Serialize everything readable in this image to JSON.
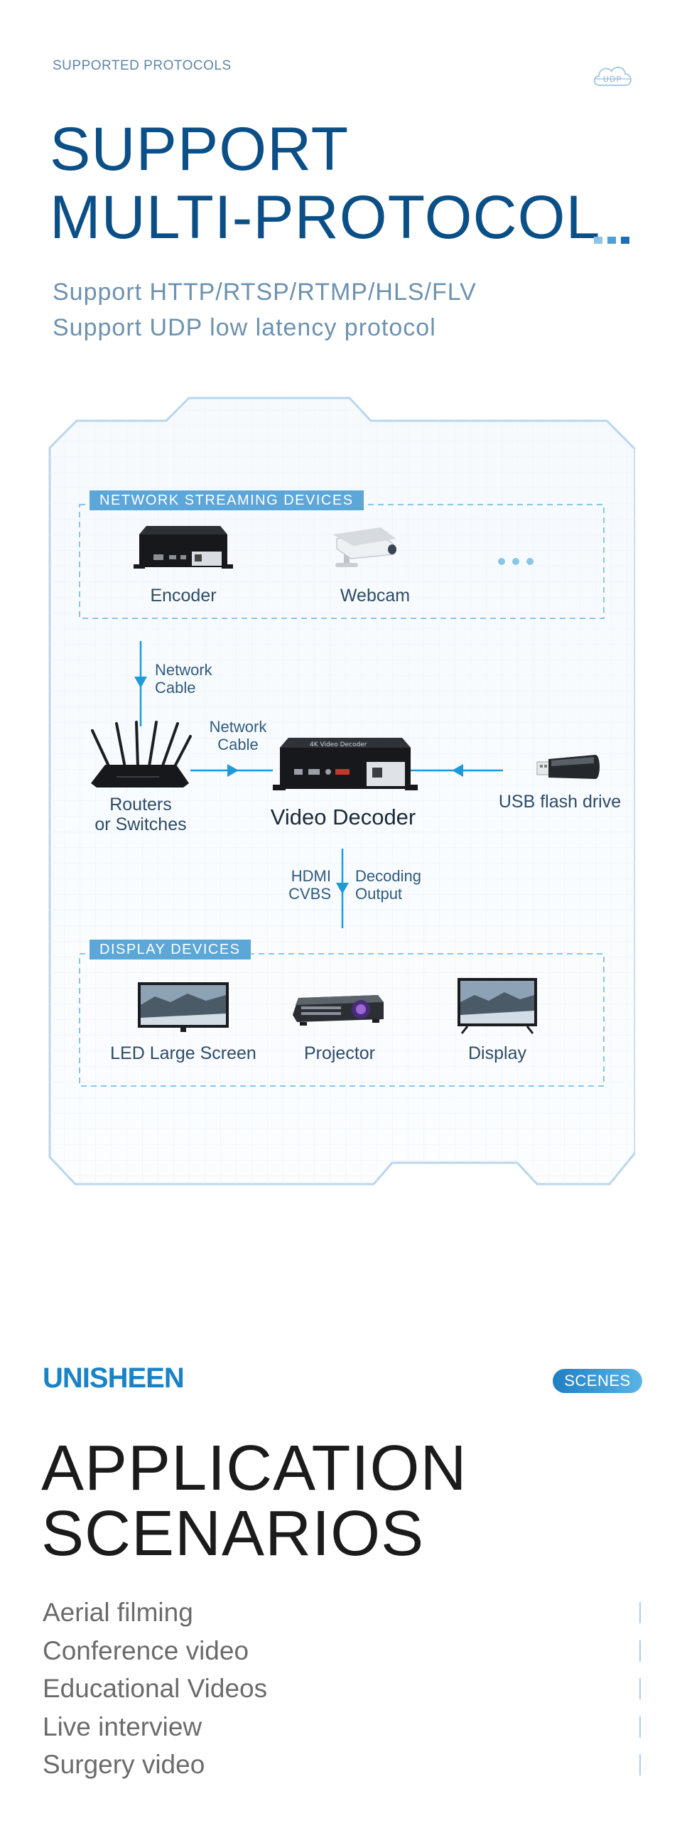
{
  "protocols": {
    "section_label": "SUPPORTED PROTOCOLS",
    "icon_label": "UDP",
    "title_line1": "SUPPORT",
    "title_line2": "MULTI-PROTOCOL",
    "subtitle_line1": "Support HTTP/RTSP/RTMP/HLS/FLV",
    "subtitle_line2": "Support UDP low latency protocol"
  },
  "diagram": {
    "network_group": {
      "label": "NETWORK STREAMING DEVICES",
      "devices": [
        {
          "label": "Encoder"
        },
        {
          "label": "Webcam"
        }
      ]
    },
    "cable1": {
      "line1": "Network",
      "line2": "Cable"
    },
    "cable2": {
      "line1": "Network",
      "line2": "Cable"
    },
    "router": {
      "line1": "Routers",
      "line2": "or Switches"
    },
    "decoder": {
      "label": "Video Decoder",
      "device_text": "4K Video Decoder"
    },
    "usb": {
      "label": "USB flash drive"
    },
    "output": {
      "left_line1": "HDMI",
      "left_line2": "CVBS",
      "right_line1": "Decoding",
      "right_line2": "Output"
    },
    "display_group": {
      "label": "DISPLAY DEVICES",
      "devices": [
        {
          "label": "LED Large Screen"
        },
        {
          "label": "Projector"
        },
        {
          "label": "Display"
        }
      ]
    }
  },
  "scenarios": {
    "brand": "UNISHEEN",
    "badge": "SCENES",
    "title_line1": "APPLICATION",
    "title_line2": "SCENARIOS",
    "items": [
      "Aerial filming",
      "Conference video",
      "Educational Videos",
      "Live interview",
      "Surgery video"
    ]
  },
  "colors": {
    "title_blue": "#0b4f87",
    "accent_blue": "#1e9bd7",
    "group_label_bg": "#5da6d8",
    "frame_stroke": "#b9d6ec"
  }
}
